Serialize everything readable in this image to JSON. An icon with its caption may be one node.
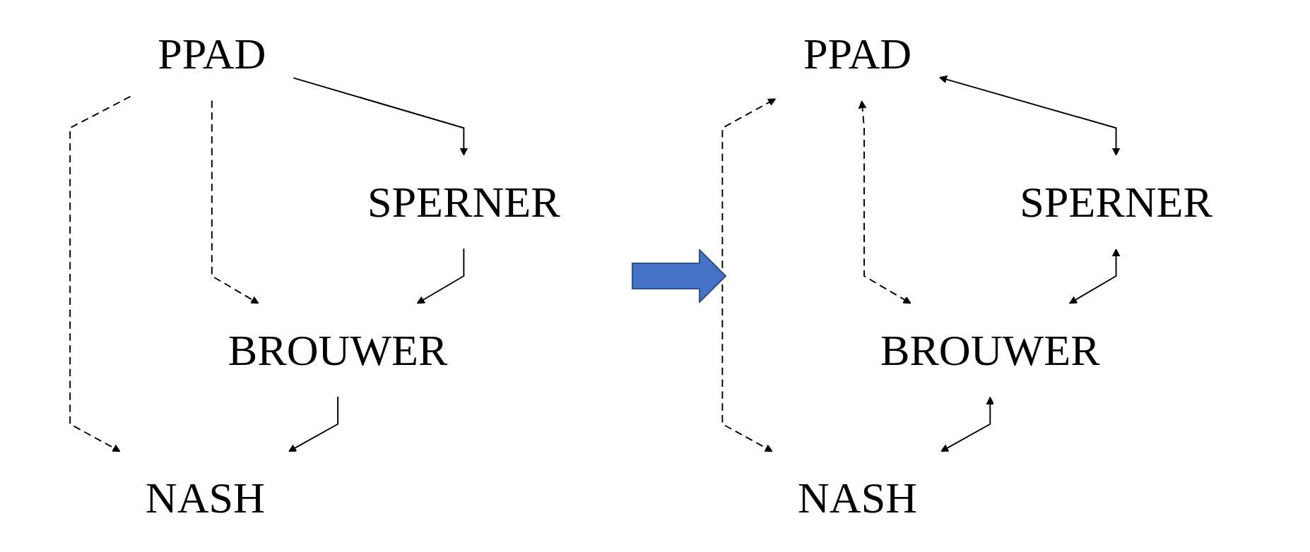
{
  "diagram": {
    "nodes": [
      {
        "text": [
          "PPAD"
        ]
      },
      {
        "text": [
          "SPERNER"
        ]
      },
      {
        "text": [
          "BROUWER"
        ]
      },
      {
        "text": [
          "NASH"
        ]
      },
      {
        "text": [
          "PPAD"
        ]
      },
      {
        "text": [
          "SPERNER"
        ]
      },
      {
        "text": [
          "BROUWER"
        ]
      },
      {
        "text": [
          "NASH"
        ]
      }
    ],
    "edges": [
      {
        "from": 0,
        "to": 1,
        "arrow": "to"
      },
      {
        "from": 0,
        "to": 2,
        "arrow": "to",
        "style": "dashed"
      },
      {
        "from": 0,
        "to": 3,
        "arrow": "to",
        "style": "dashed"
      },
      {
        "from": 1,
        "to": 2,
        "arrow": "to"
      },
      {
        "from": 2,
        "to": 3,
        "arrow": "to"
      },
      {
        "from": 4,
        "to": 5,
        "arrow": "both"
      },
      {
        "from": 4,
        "to": 6,
        "arrow": "both",
        "style": "dashed"
      },
      {
        "from": 4,
        "to": 7,
        "arrow": "both",
        "style": "dashed"
      },
      {
        "from": 5,
        "to": 6,
        "arrow": "both"
      },
      {
        "from": 6,
        "to": 7,
        "arrow": "both"
      }
    ]
  }
}
